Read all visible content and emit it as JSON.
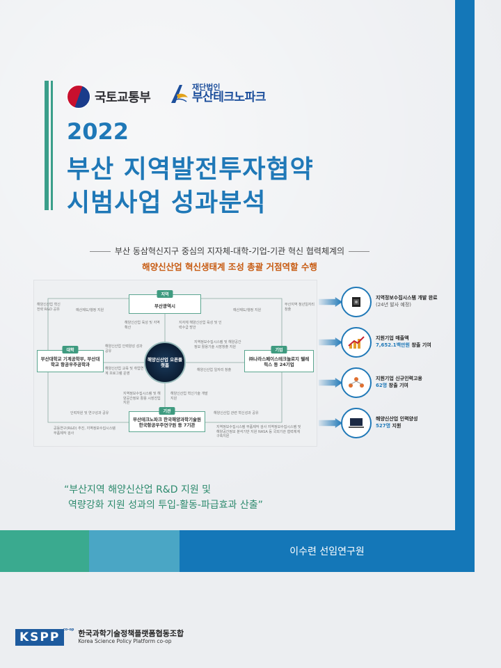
{
  "logos": {
    "ministry": "국토교통부",
    "btp_small": "재단법인",
    "btp_name": "부산테크노파크"
  },
  "title": {
    "year": "2022",
    "line1": "부산 지역발전투자협약",
    "line2": "시범사업 성과분석"
  },
  "figure": {
    "subtitle": "부산 동삼혁신지구 중심의 지자체-대학-기업-기관 혁신 협력체계의",
    "headline": "해양신산업 혁신생태계 조성 총괄 거점역할 수행",
    "diagram": {
      "region_tag": "지역",
      "region_box": "부산광역시",
      "university_tag": "대학",
      "university_box": "부산대학교 기계공학부, 부산대학교 항공우주공학과",
      "company_tag": "기업",
      "company_box": "㈜나라스페이스테크놀로지 텔레픽스 등 24기업",
      "institution_tag": "기관",
      "institution_box": "부산테크노파크 한국해양과학기술원 한국항공우주연구원 등 7기관",
      "hub": "해양신산업 오픈플랫폼",
      "notes": {
        "left_top": "해양신산업 혁신전략 R&D 공유",
        "top_left": "예산제도/행정 지원",
        "top_right": "예산제도/행정 지원",
        "right_top": "부산지역 청년일자리 창출",
        "mid_left_a": "해양신산업 육성 및 지역 확산",
        "mid_right_a": "지자체 해양신산업 육성 및 인력수급 방안",
        "uni_right": "해양신산업 인력양성 성과 공유",
        "uni_right2": "해양신산업 교육 및 취업연계 프로그램 운영",
        "comp_left": "지역정보수집시스템 및 해양공간정보 활용기술 시장창출 지원",
        "comp_left2": "해양신산업 일자리 창출",
        "mid_bottom_a": "지역정보수집시스템 및 해양공간정보 활용 시장진입 지원",
        "mid_bottom_b": "해양신산업 혁신기술 개발 지원",
        "bottom_left": "인력자원 및 연구성과 공유",
        "bottom_right": "해양신산업 관련 혁신성과 공유",
        "bottom_far_left": "공동연구(R&D) 추진, 지역정보수집시스템 부품제작 검사",
        "bottom_far_right": "지역정보수집시스템 부품제작 검사 지역정보수집시스템 및 해양공간정보 분석기반 지원 NASA 등 국외기관 협력체계 구축지원"
      }
    },
    "results": [
      {
        "line1": "지역정보수집시스템 개발 완료",
        "line2": "(24년 발사 예정)"
      },
      {
        "line1": "지원기업 매출액",
        "line2": "7,652.1백만원",
        "line3": "창출 기여"
      },
      {
        "line1": "지원기업 신규인력고용",
        "line2": "62명",
        "line3": "창출 기여"
      },
      {
        "line1": "해양신산업 인력양성",
        "line2": "527명",
        "line3": "지원"
      }
    ]
  },
  "quote": {
    "line1": "“부산지역 해양신산업 R&D 지원 및",
    "line2": "역량강화 지원 성과의 투입-활동-파급효과 산출”"
  },
  "author": "이수련 선임연구원",
  "footer": {
    "kspp": "KSPP",
    "coop": "co-op",
    "name_ko": "한국과학기술정책플랫폼협동조합",
    "name_en": "Korea Science Policy Platform co-op"
  },
  "colors": {
    "primary_blue": "#1f78b7",
    "green": "#3aaa8f",
    "teal": "#4aa6c5",
    "dark_blue": "#1477b8",
    "quote_green": "#2e8b6e"
  }
}
